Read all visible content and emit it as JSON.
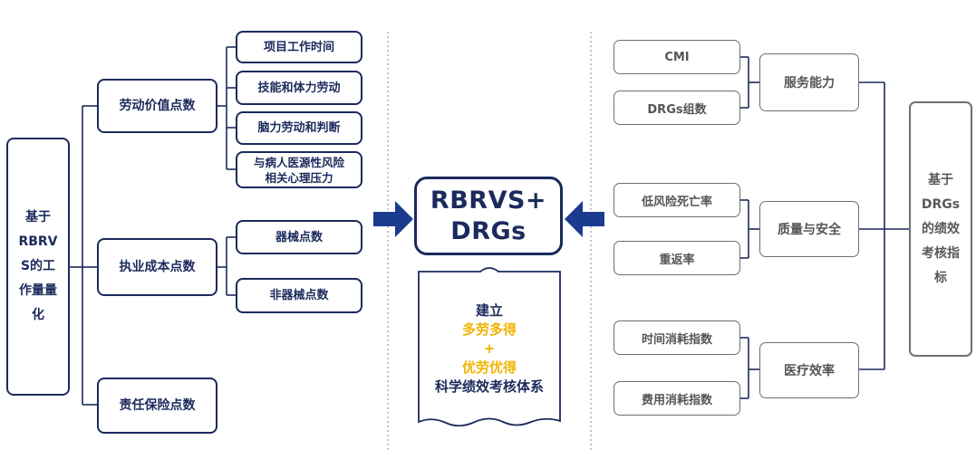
{
  "left": {
    "root": "基于\nRBRV\nS的工\n作量量\n化",
    "groups": [
      {
        "label": "劳动价值点数",
        "items": [
          "项目工作时间",
          "技能和体力劳动",
          "脑力劳动和判断",
          "与病人医源性风险\n相关心理压力"
        ]
      },
      {
        "label": "执业成本点数",
        "items": [
          "器械点数",
          "非器械点数"
        ]
      },
      {
        "label": "责任保险点数",
        "items": []
      }
    ]
  },
  "center": {
    "title_line1": "RBRVS+",
    "title_line2": "DRGs",
    "scroll": {
      "line1": "建立",
      "line2": "多劳多得",
      "line3": "+",
      "line4": "优劳优得",
      "line5": "科学绩效考核体系"
    }
  },
  "right": {
    "root": "基于\nDRGs\n的绩效\n考核指\n标",
    "groups": [
      {
        "label": "服务能力",
        "items": [
          "CMI",
          "DRGs组数"
        ]
      },
      {
        "label": "质量与安全",
        "items": [
          "低风险死亡率",
          "重返率"
        ]
      },
      {
        "label": "医疗效率",
        "items": [
          "时间消耗指数",
          "费用消耗指数"
        ]
      }
    ]
  },
  "colors": {
    "navy": "#1b2a5c",
    "gold": "#f0b400",
    "gray": "#6e6e6e"
  }
}
